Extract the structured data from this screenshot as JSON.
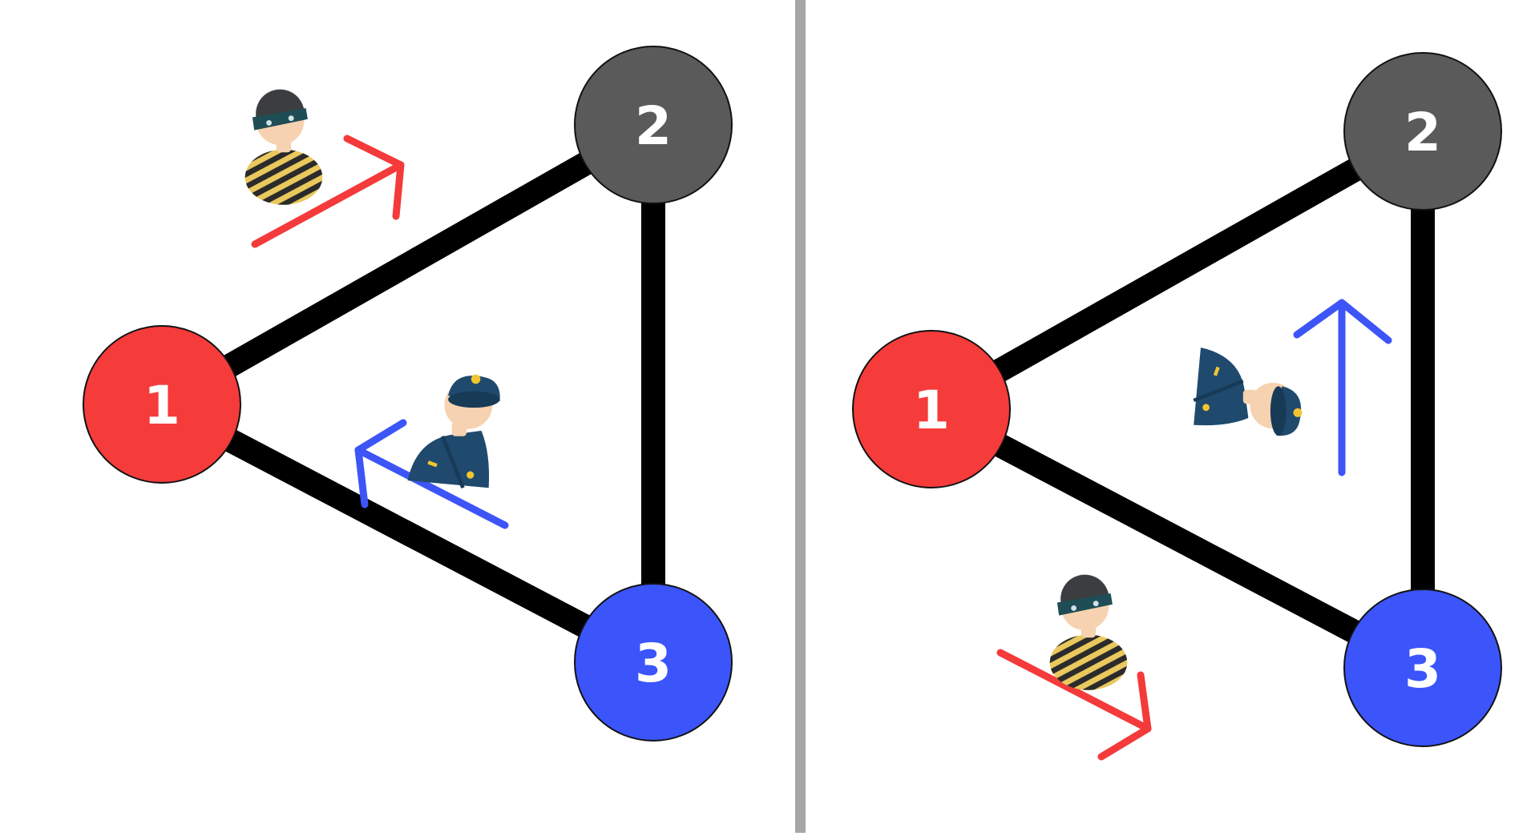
{
  "colors": {
    "edge": "#000000",
    "divider": "#a6a6a6",
    "robber_arrow": "#f43a3a",
    "cop_arrow": "#3d54f7",
    "robber_mask": "#1f4d55",
    "cop_uniform": "#1f4a6e",
    "skin": "#f6d2b0",
    "stripes_yellow": "#e9c85d",
    "badge": "#f2c530"
  },
  "panels": [
    {
      "id": "left",
      "nodes": [
        {
          "label": "1",
          "color": "#f63b3b"
        },
        {
          "label": "2",
          "color": "#5a5a5a"
        },
        {
          "label": "3",
          "color": "#3b55fb"
        }
      ],
      "edges": [
        [
          "1",
          "2"
        ],
        [
          "2",
          "3"
        ],
        [
          "1",
          "3"
        ]
      ],
      "robber": {
        "icon": "robber-icon",
        "move": {
          "from": "1",
          "to": "2"
        }
      },
      "cop": {
        "icon": "police-officer-icon",
        "move": {
          "from": "3",
          "to": "1"
        }
      }
    },
    {
      "id": "right",
      "nodes": [
        {
          "label": "1",
          "color": "#f63b3b"
        },
        {
          "label": "2",
          "color": "#5a5a5a"
        },
        {
          "label": "3",
          "color": "#3b55fb"
        }
      ],
      "edges": [
        [
          "1",
          "2"
        ],
        [
          "2",
          "3"
        ],
        [
          "1",
          "3"
        ]
      ],
      "robber": {
        "icon": "robber-icon",
        "move": {
          "from": "1",
          "to": "3"
        }
      },
      "cop": {
        "icon": "police-officer-icon",
        "move": {
          "from": "3",
          "to": "2"
        }
      }
    }
  ]
}
